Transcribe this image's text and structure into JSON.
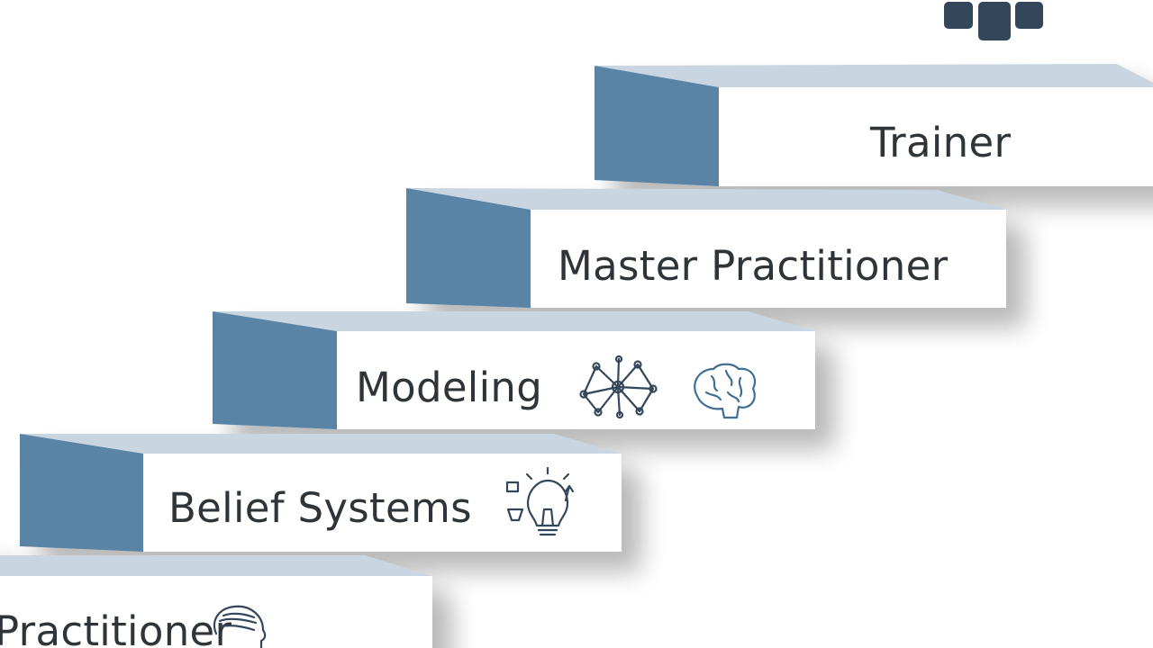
{
  "steps": [
    {
      "label": "Practitioner",
      "icon": "head-icon"
    },
    {
      "label": "Belief Systems",
      "icon": "lightbulb-icon"
    },
    {
      "label": "Modeling",
      "icons": [
        "network-icon",
        "brain-icon"
      ]
    },
    {
      "label": "Master Practitioner"
    },
    {
      "label": "Trainer"
    }
  ],
  "colors": {
    "side": "#5a84a6",
    "top": "#c9d6e1",
    "face": "#ffffff",
    "text": "#2f3439",
    "logo": "#34465a"
  },
  "logo": {
    "icon": "people-logo-icon"
  }
}
